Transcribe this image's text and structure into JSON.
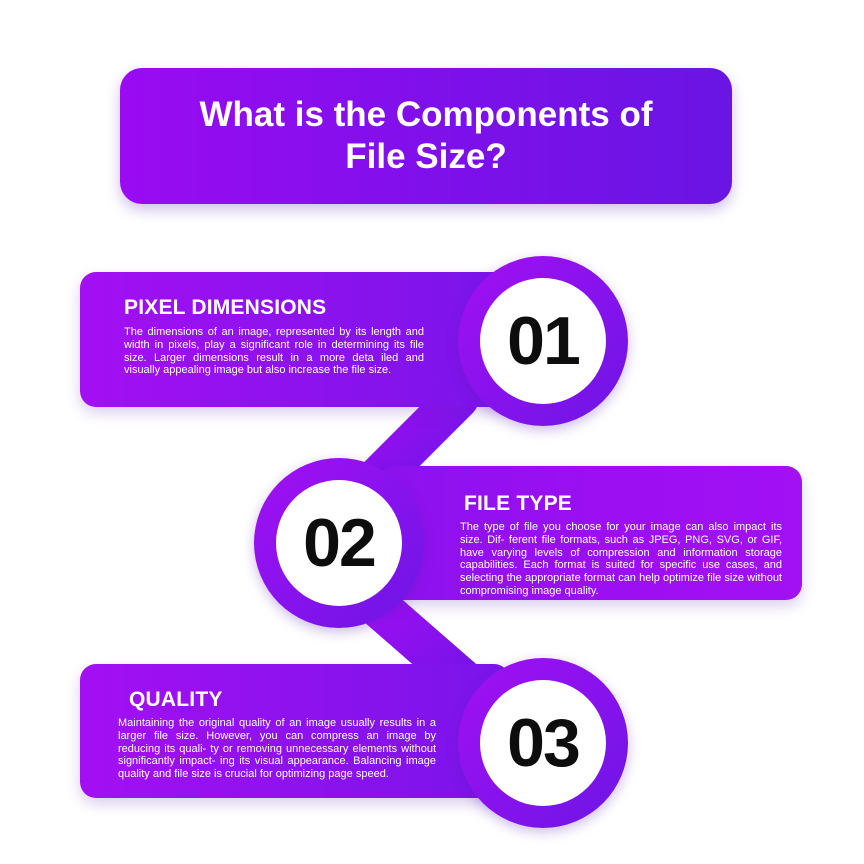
{
  "title": "What is the Components of File Size?",
  "colors": {
    "accent": "#8a12ee",
    "accent_light": "#a30ff3",
    "accent_dark": "#6a15e4",
    "number": "#0d0d0d"
  },
  "steps": [
    {
      "number": "01",
      "heading": "PIXEL DIMENSIONS",
      "text": "The dimensions of an image, represented by its length and width in pixels, play a significant role in determining its file size. Larger dimensions result in a more deta iled and visually appealing image but also increase the file size."
    },
    {
      "number": "02",
      "heading": "FILE TYPE",
      "text": "The type of file you choose for your image can also impact its size. Dif- ferent file formats, such as JPEG, PNG, SVG, or GIF, have varying levels of compression and information storage capabilities. Each format is suited for specific use cases, and selecting the appropriate format can help optimize file size without compromising image quality."
    },
    {
      "number": "03",
      "heading": "QUALITY",
      "text": "Maintaining the original quality of an image usually results in a larger file size. However, you can compress an image by reducing its quali- ty or removing unnecessary elements without significantly impact- ing its visual appearance. Balancing image quality and file size is crucial for optimizing page speed."
    }
  ]
}
